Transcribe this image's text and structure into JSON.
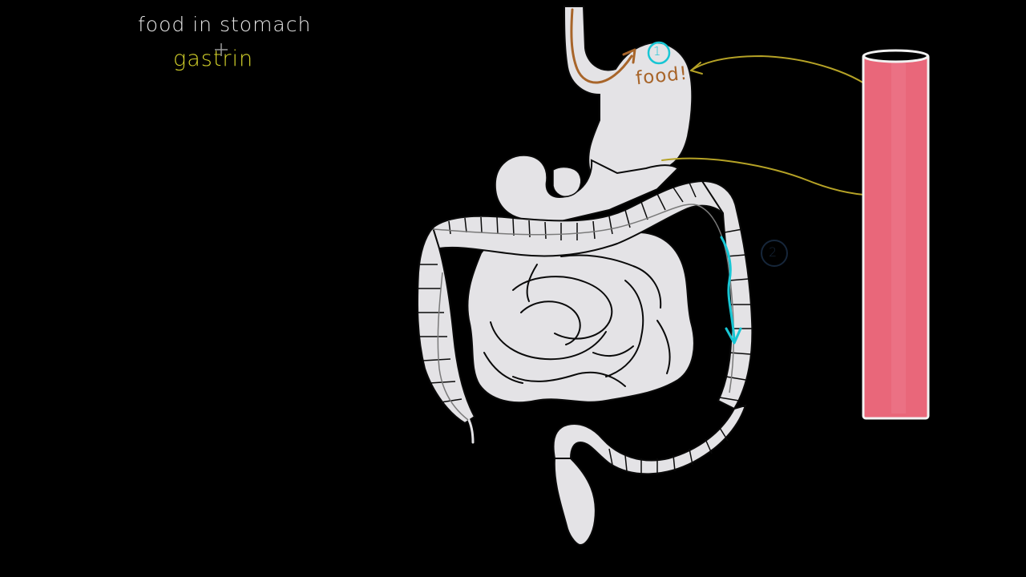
{
  "notes": {
    "line1": "food in stomach",
    "line2": "gastrin"
  },
  "diagram": {
    "food_label": "food!",
    "step_one": "1",
    "step_two": "2"
  },
  "colors": {
    "background": "#000000",
    "organ_fill": "#e4e3e6",
    "organ_stroke": "#0a0a0a",
    "note_white": "#e6e6e6",
    "note_yellow": "#d2d02a",
    "food_brown": "#a8652a",
    "cyan_marker": "#18c6d4",
    "tube_fill": "#e9677a",
    "tube_border": "#f2f2f2"
  }
}
